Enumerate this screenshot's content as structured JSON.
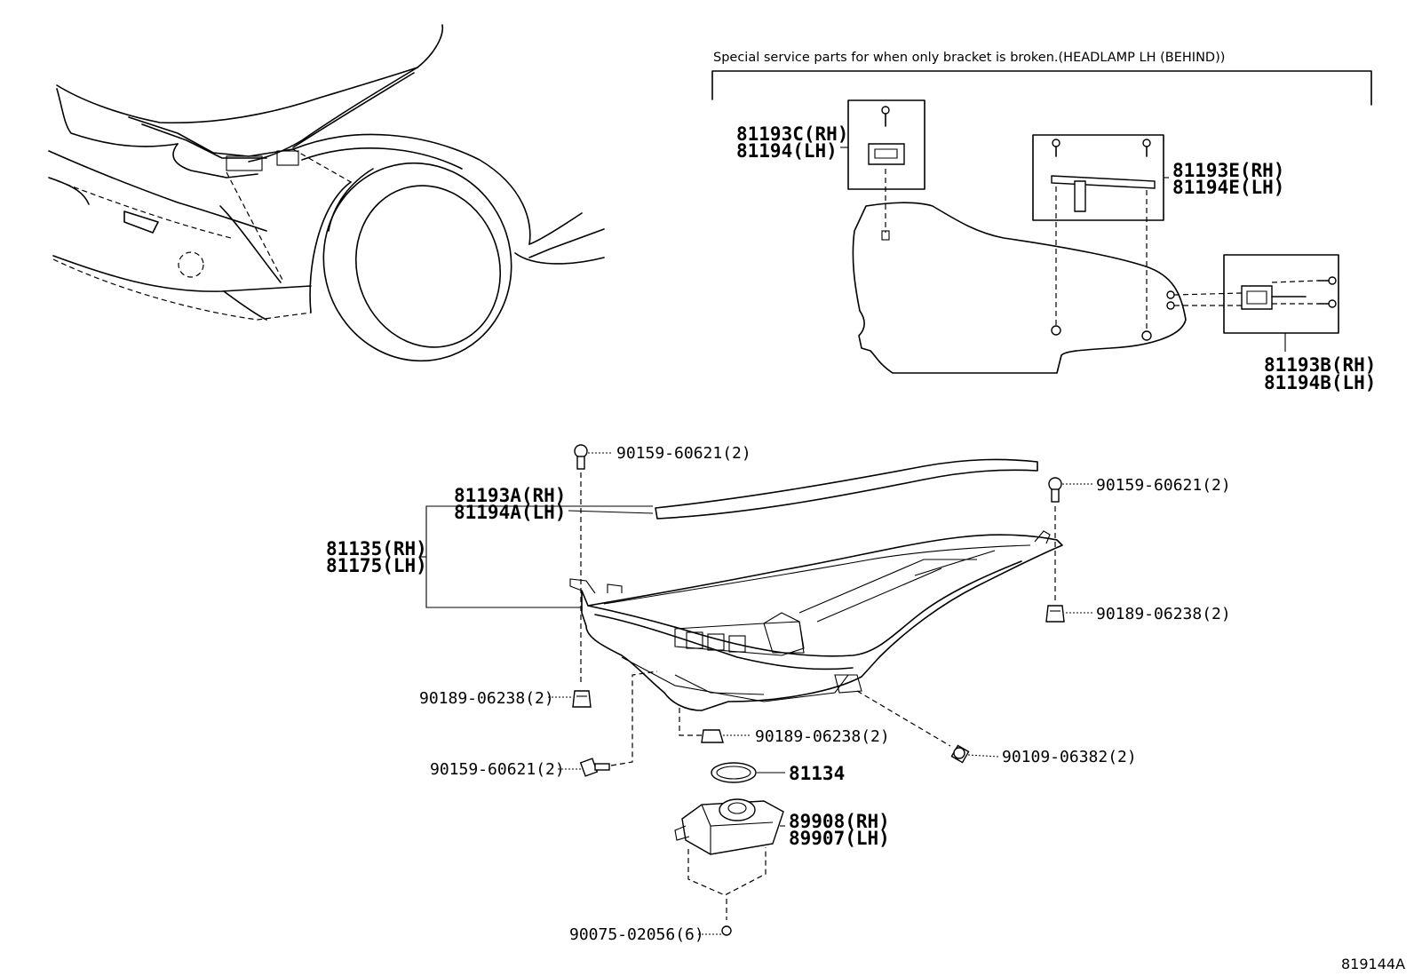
{
  "note": "Special service parts for when only bracket is broken.(HEADLAMP LH (BEHIND))",
  "diagram_code": "819144A",
  "labels": {
    "p81193C": "81193C(RH)",
    "p81194": "81194(LH)",
    "p81193E": "81193E(RH)",
    "p81194E": "81194E(LH)",
    "p81193B": "81193B(RH)",
    "p81194B": "81194B(LH)",
    "p81193A": "81193A(RH)",
    "p81194A": "81194A(LH)",
    "p81135": "81135(RH)",
    "p81175": "81175(LH)",
    "bolt_top_left": "90159-60621(2)",
    "bolt_top_right": "90159-60621(2)",
    "clip_right": "90189-06238(2)",
    "clip_left": "90189-06238(2)",
    "bolt_bottom_left": "90159-60621(2)",
    "clip_bottom_center": "90189-06238(2)",
    "bolt_bottom_right": "90109-06382(2)",
    "gasket": "81134",
    "p89908": "89908(RH)",
    "p89907": "89907(LH)",
    "screw": "90075-02056(6)"
  }
}
